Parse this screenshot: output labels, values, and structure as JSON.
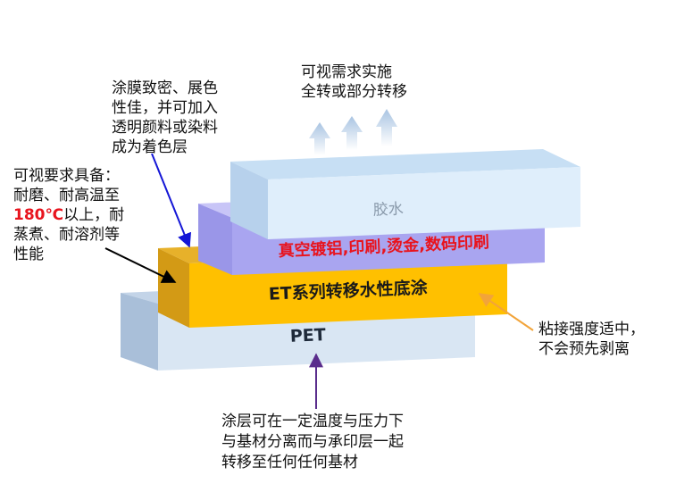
{
  "colors": {
    "pet_front": "#d9e6f3",
    "pet_top": "#c3d4e8",
    "pet_side": "#a9bfd9",
    "coat_front": "#ffc000",
    "coat_top": "#e7b12a",
    "coat_side": "#d39a15",
    "metal_front": "#a9a5f0",
    "metal_top": "#c8c5f7",
    "metal_side": "#9a96e8",
    "glue_front": "#dfeefb",
    "glue_top": "#c7dff4",
    "glue_side": "#b7d1ec",
    "accent_red": "#e8141e",
    "arrow_blue": "#1416d6",
    "arrow_black": "#000000",
    "arrow_orange": "#f2a43a",
    "arrow_purple": "#5a2d8c"
  },
  "layers": {
    "pet": "PET",
    "coating": "ET系列转移水性底涂",
    "metal": "真空镀铝,印刷,烫金,数码印刷",
    "glue": "胶水"
  },
  "notes": {
    "top": [
      "可视需求实施",
      "全转或部分转移"
    ],
    "film": [
      "涂膜致密、展色",
      "性佳，并可加入",
      "透明颜料或染料",
      "成为着色层"
    ],
    "req_line1": "可视要求具备：",
    "req_line2": "耐磨、耐高温至",
    "req_temp": "180℃",
    "req_line3_rest": "以上，耐",
    "req_line4": "蒸煮、耐溶剂等",
    "req_line5": "性能",
    "adhesion": [
      "粘接强度适中，",
      "不会预先剥离"
    ],
    "bottom": [
      "涂层可在一定温度与压力下",
      "与基材分离而与承印层一起",
      "转移至任何任何基材"
    ]
  }
}
